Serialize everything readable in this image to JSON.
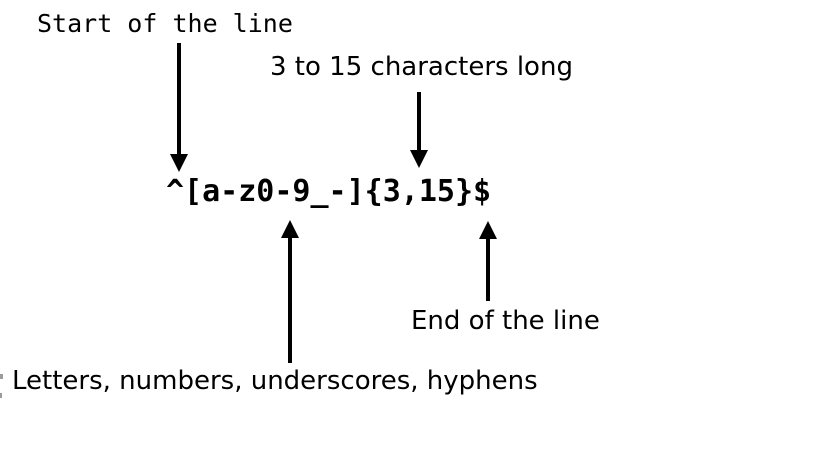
{
  "colors": {
    "background": "#ffffff",
    "ink": "#000000",
    "artifact_gray": "#9b9b9b"
  },
  "regex": {
    "pattern": "^[a-z0-9_-]{3,15}$"
  },
  "annotations": {
    "start": {
      "label": "Start of the line"
    },
    "length": {
      "label": "3 to 15 characters long"
    },
    "charclass": {
      "label": "Letters, numbers, underscores, hyphens"
    },
    "end": {
      "label": "End of the line"
    }
  }
}
